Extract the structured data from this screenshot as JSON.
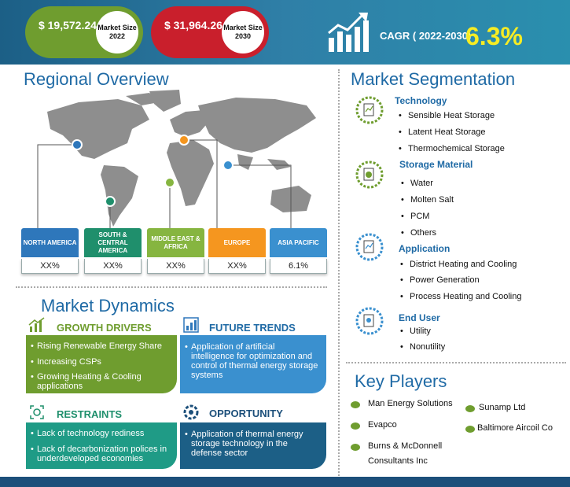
{
  "header": {
    "market_2022_value": "$ 19,572.24 Mn",
    "market_2022_label": "Market Size 2022",
    "market_2030_value": "$ 31,964.26 Mn",
    "market_2030_label": "Market Size 2030",
    "cagr_label": "CAGR ( 2022-2030)",
    "cagr_value": "6.3%",
    "colors": {
      "green": "#6f9d2f",
      "red": "#c91f2c",
      "accent_yellow": "#f6ec24",
      "blue": "#1f6aa5"
    }
  },
  "regional": {
    "title": "Regional Overview",
    "regions": [
      {
        "name": "NORTH AMERICA",
        "value": "XX%",
        "color": "#2e77bb"
      },
      {
        "name": "SOUTH & CENTRAL AMERICA",
        "value": "XX%",
        "color": "#1f8f6c"
      },
      {
        "name": "MIDDLE EAST & AFRICA",
        "value": "XX%",
        "color": "#86b540"
      },
      {
        "name": "EUROPE",
        "value": "XX%",
        "color": "#f5961f"
      },
      {
        "name": "ASIA PACIFIC",
        "value": "6.1%",
        "color": "#3a90cf"
      }
    ]
  },
  "segmentation": {
    "title": "Market Segmentation",
    "groups": [
      {
        "name": "Technology",
        "items": [
          "Sensible Heat Storage",
          "Latent Heat Storage",
          "Thermochemical Storage"
        ]
      },
      {
        "name": "Storage Material",
        "items": [
          "Water",
          "Molten Salt",
          "PCM",
          "Others"
        ]
      },
      {
        "name": "Application",
        "items": [
          "District Heating and Cooling",
          "Power Generation",
          "Process Heating and Cooling"
        ]
      },
      {
        "name": "End User",
        "items": [
          "Utility",
          "Nonutility"
        ]
      }
    ]
  },
  "dynamics": {
    "title": "Market Dynamics",
    "growth_drivers": {
      "title": "GROWTH DRIVERS",
      "items": [
        "Rising  Renewable Energy Share",
        "Increasing CSPs",
        "Growing Heating & Cooling applications"
      ]
    },
    "future_trends": {
      "title": "FUTURE TRENDS",
      "items": [
        "Application of artificial intelligence for optimization and control of thermal energy storage systems"
      ]
    },
    "restraints": {
      "title": "RESTRAINTS",
      "items": [
        "Lack of technology rediness",
        "Lack of decarbonization polices in underdeveloped economies"
      ]
    },
    "opportunity": {
      "title": "OPPORTUNITY",
      "items": [
        "Application of thermal energy storage technology in the defense sector"
      ]
    }
  },
  "key_players": {
    "title": "Key Players",
    "left": [
      "Man Energy Solutions",
      "Evapco",
      "Burns & McDonnell Consultants Inc"
    ],
    "right": [
      "Sunamp Ltd",
      "Baltimore Aircoil Co"
    ]
  }
}
